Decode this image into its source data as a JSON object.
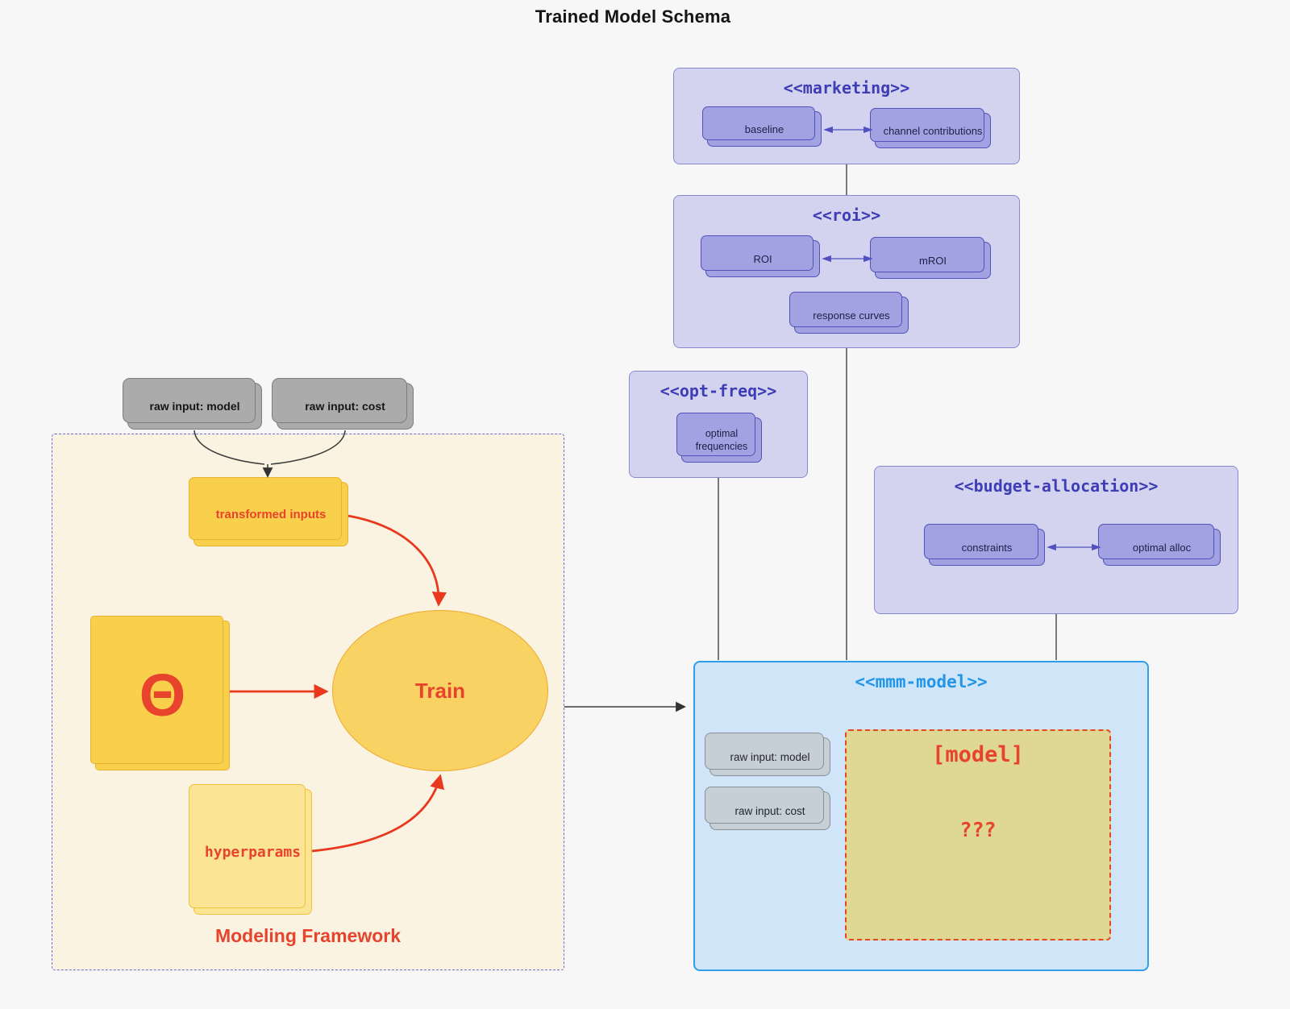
{
  "title": "Trained Model Schema",
  "colors": {
    "background": "#f7f7f8",
    "purple_container_fill": "#d3d3f0",
    "purple_container_border": "#8888cf",
    "purple_title": "#3d3db5",
    "purple_node_fill": "#a2a2e2",
    "blue_container_fill": "#d0e5f7",
    "blue_container_border": "#2e9fe8",
    "blue_title": "#2196e9",
    "gray_node_fill": "#ababab",
    "inner_gray_node_fill": "#c7cfd6",
    "beige_container_fill": "#faf3e2",
    "beige_container_border": "#6c6cd8",
    "yellow_node_fill": "#f9d04c",
    "model_box_fill": "#ded894",
    "accent_red": "#e8432c"
  },
  "marketing": {
    "title": "<<marketing>>",
    "baseline": "baseline",
    "channel_contributions": "channel contributions"
  },
  "roi": {
    "title": "<<roi>>",
    "roi": "ROI",
    "mroi": "mROI",
    "response_curves": "response curves"
  },
  "opt_freq": {
    "title": "<<opt-freq>>",
    "optimal_frequencies": "optimal frequencies"
  },
  "budget_allocation": {
    "title": "<<budget-allocation>>",
    "constraints": "constraints",
    "optimal_alloc": "optimal alloc"
  },
  "mmm_model": {
    "title": "<<mmm-model>>",
    "raw_input_model": "raw input: model",
    "raw_input_cost": "raw input: cost",
    "model_title": "[model]",
    "unknown": "???"
  },
  "modeling_framework": {
    "label": "Modeling Framework",
    "raw_input_model": "raw input: model",
    "raw_input_cost": "raw input: cost",
    "transformed_inputs": "transformed inputs",
    "theta": "Θ",
    "train": "Train",
    "hyperparams": "hyperparams"
  }
}
